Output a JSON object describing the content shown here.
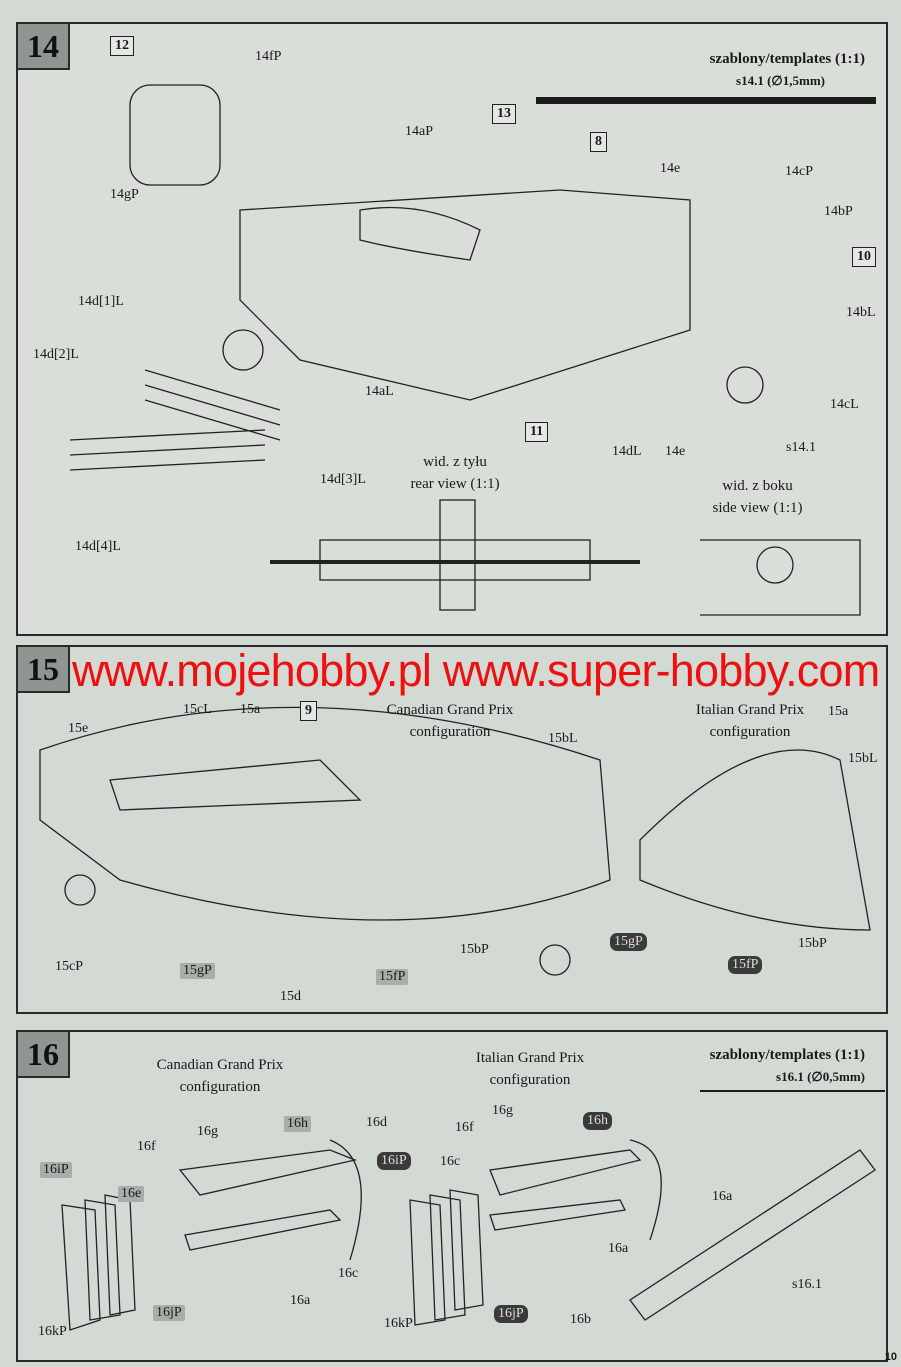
{
  "watermark": "www.mojehobby.pl www.super-hobby.com",
  "page_number": "10",
  "step14": {
    "number": "14",
    "templates_title": "szablony/templates (1:1)",
    "template_item": "s14.1 (∅1,5mm)",
    "rear_view": [
      "wid. z tyłu",
      "rear view (1:1)"
    ],
    "side_view": [
      "wid. z boku",
      "side view (1:1)"
    ],
    "labels": [
      "12",
      "14fP",
      "14gP",
      "14aP",
      "13",
      "8",
      "14e",
      "14cP",
      "14bP",
      "10",
      "14bL",
      "14cL",
      "s14.1",
      "14e",
      "14dL",
      "11",
      "14aL",
      "14d[1]L",
      "14d[2]L",
      "14d[3]L",
      "14d[4]L"
    ]
  },
  "step15": {
    "number": "15",
    "canadian": [
      "Canadian Grand Prix",
      "configuration"
    ],
    "italian": [
      "Italian Grand Prix",
      "configuration"
    ],
    "labels": [
      "15cL",
      "15a",
      "9",
      "15e",
      "15bL",
      "15a",
      "15bL",
      "15cP",
      "15gP",
      "15d",
      "15fP",
      "15bP",
      "15gP",
      "15fP",
      "15bP"
    ]
  },
  "step16": {
    "number": "16",
    "canadian": [
      "Canadian Grand Prix",
      "configuration"
    ],
    "italian": [
      "Italian Grand Prix",
      "configuration"
    ],
    "templates_title": "szablony/templates (1:1)",
    "template_item": "s16.1 (∅0,5mm)",
    "labels": [
      "16g",
      "16h",
      "16d",
      "16f",
      "16iP",
      "16e",
      "16c",
      "16a",
      "16kP",
      "16jP",
      "16g",
      "16h",
      "16f",
      "16c",
      "16iP",
      "16a",
      "16kP",
      "16jP",
      "16a",
      "s16.1",
      "16b"
    ]
  }
}
